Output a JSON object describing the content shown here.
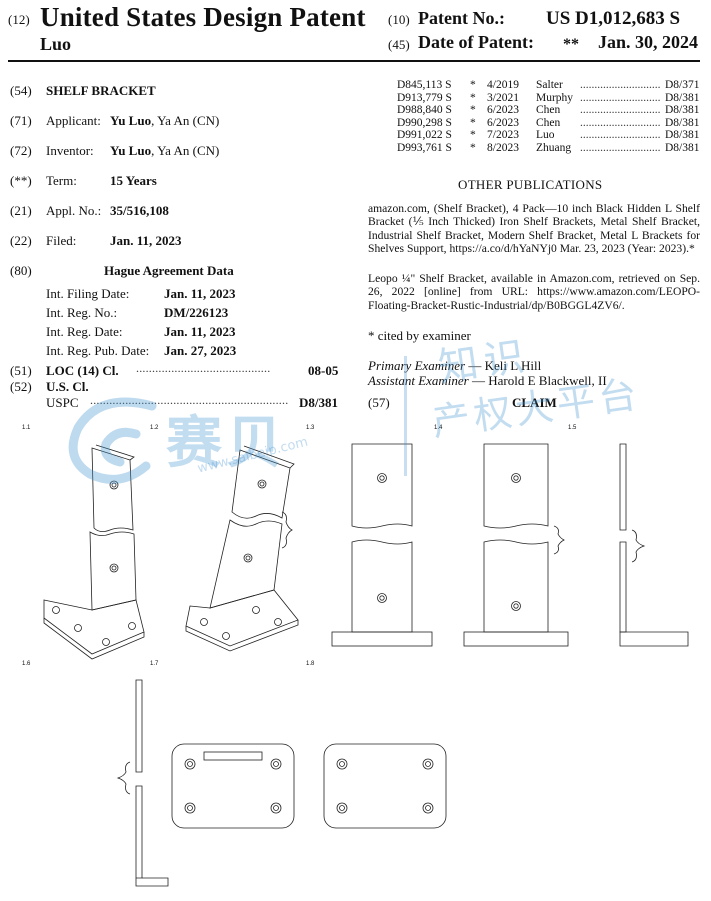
{
  "header": {
    "code12": "(12)",
    "title": "United States Design Patent",
    "inventor_short": "Luo",
    "code10": "(10)",
    "patent_no_label": "Patent No.:",
    "patent_no": "US D1,012,683 S",
    "code45": "(45)",
    "date_label": "Date of Patent:",
    "stars": "**",
    "date": "Jan. 30, 2024"
  },
  "fields": {
    "title": {
      "code": "(54)",
      "value": "SHELF BRACKET"
    },
    "applicant": {
      "code": "(71)",
      "label": "Applicant:",
      "name": "Yu Luo",
      "place": ", Ya An (CN)"
    },
    "inventor": {
      "code": "(72)",
      "label": "Inventor:",
      "name": "Yu Luo",
      "place": ", Ya An (CN)"
    },
    "term": {
      "code": "(**)",
      "label": "Term:",
      "value": "15 Years"
    },
    "appl_no": {
      "code": "(21)",
      "label": "Appl. No.:",
      "value": "35/516,108"
    },
    "filed": {
      "code": "(22)",
      "label": "Filed:",
      "value": "Jan. 11, 2023"
    },
    "hague": {
      "code": "(80)",
      "heading": "Hague Agreement Data",
      "rows": [
        {
          "label": "Int. Filing Date:",
          "value": "Jan. 11, 2023"
        },
        {
          "label": "Int. Reg. No.:",
          "value": "DM/226123"
        },
        {
          "label": "Int. Reg. Date:",
          "value": "Jan. 11, 2023"
        },
        {
          "label": "Int. Reg. Pub. Date:",
          "value": "Jan. 27, 2023"
        }
      ]
    },
    "loc": {
      "code": "(51)",
      "label": "LOC (14) Cl.",
      "value": "08-05"
    },
    "uscl": {
      "code": "(52)",
      "label": "U.S. Cl.",
      "sublabel": "USPC",
      "value": "D8/381"
    }
  },
  "references": [
    {
      "num": "D845,113 S",
      "star": "*",
      "date": "4/2019",
      "name": "Salter",
      "cls": "D8/371"
    },
    {
      "num": "D913,779 S",
      "star": "*",
      "date": "3/2021",
      "name": "Murphy",
      "cls": "D8/381"
    },
    {
      "num": "D988,840 S",
      "star": "*",
      "date": "6/2023",
      "name": "Chen",
      "cls": "D8/381"
    },
    {
      "num": "D990,298 S",
      "star": "*",
      "date": "6/2023",
      "name": "Chen",
      "cls": "D8/381"
    },
    {
      "num": "D991,022 S",
      "star": "*",
      "date": "7/2023",
      "name": "Luo",
      "cls": "D8/381"
    },
    {
      "num": "D993,761 S",
      "star": "*",
      "date": "8/2023",
      "name": "Zhuang",
      "cls": "D8/381"
    }
  ],
  "other_pubs": {
    "heading": "OTHER PUBLICATIONS",
    "p1": "amazon.com, (Shelf Bracket), 4 Pack—10 inch Black Hidden L Shelf Bracket (⅕ Inch Thicked) Iron Shelf Brackets, Metal Shelf Bracket, Industrial Shelf Bracket, Modern Shelf Bracket, Metal L Brackets for Shelves Support, https://a.co/d/hYaNYj0 Mar. 23, 2023 (Year: 2023).*",
    "p2": "Leopo ¼\" Shelf Bracket, available in Amazon.com, retrieved on Sep. 26, 2022 [online] from URL: https://www.amazon.com/LEOPO-Floating-Bracket-Rustic-Industrial/dp/B0BGGL4ZV6/.",
    "cited": "* cited by examiner"
  },
  "examiners": {
    "primary_label": "Primary Examiner",
    "primary_name": " — Keli L Hill",
    "assistant_label": "Assistant Examiner",
    "assistant_name": " — Harold E Blackwell, II"
  },
  "claim": {
    "code": "(57)",
    "heading": "CLAIM"
  },
  "figures": {
    "f1": "1.1",
    "f2": "1.2",
    "f3": "1.3",
    "f4": "1.4",
    "f5": "1.5",
    "f6": "1.6",
    "f7": "1.7",
    "f8": "1.8"
  },
  "watermark": {
    "logo_text": "赛贝",
    "url": "www.saibeip.com",
    "text1": "知识",
    "text2": "产权大平台"
  },
  "colors": {
    "ink": "#111111",
    "watermark": "#4696d2"
  }
}
